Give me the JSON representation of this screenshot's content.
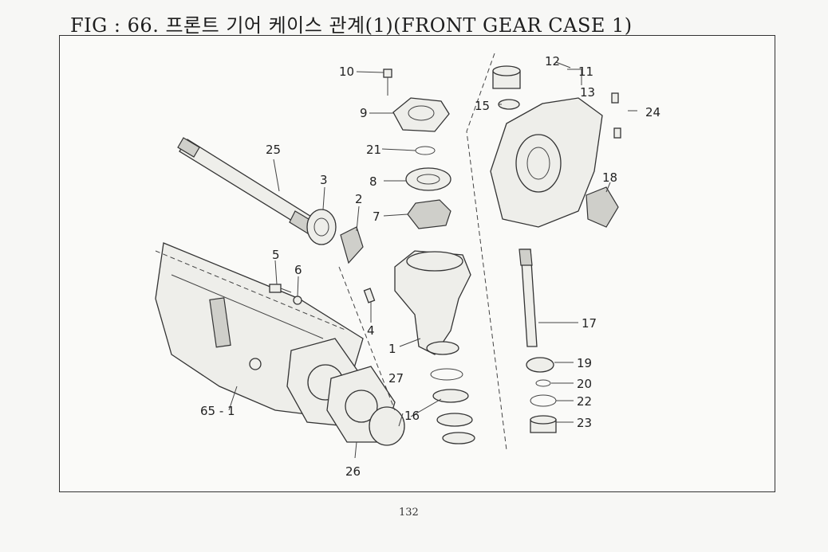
{
  "header": {
    "title": "FIG : 66. 프론트 기어 케이스 관계(1)(FRONT GEAR CASE 1)"
  },
  "footer": {
    "page_number": "132"
  },
  "diagram": {
    "part_labels": [
      "10",
      "9",
      "21",
      "8",
      "7",
      "25",
      "3",
      "2",
      "5",
      "6",
      "4",
      "1",
      "12",
      "11",
      "13",
      "15",
      "24",
      "18",
      "17",
      "19",
      "20",
      "22",
      "23",
      "27",
      "16",
      "65 - 1",
      "26"
    ]
  }
}
